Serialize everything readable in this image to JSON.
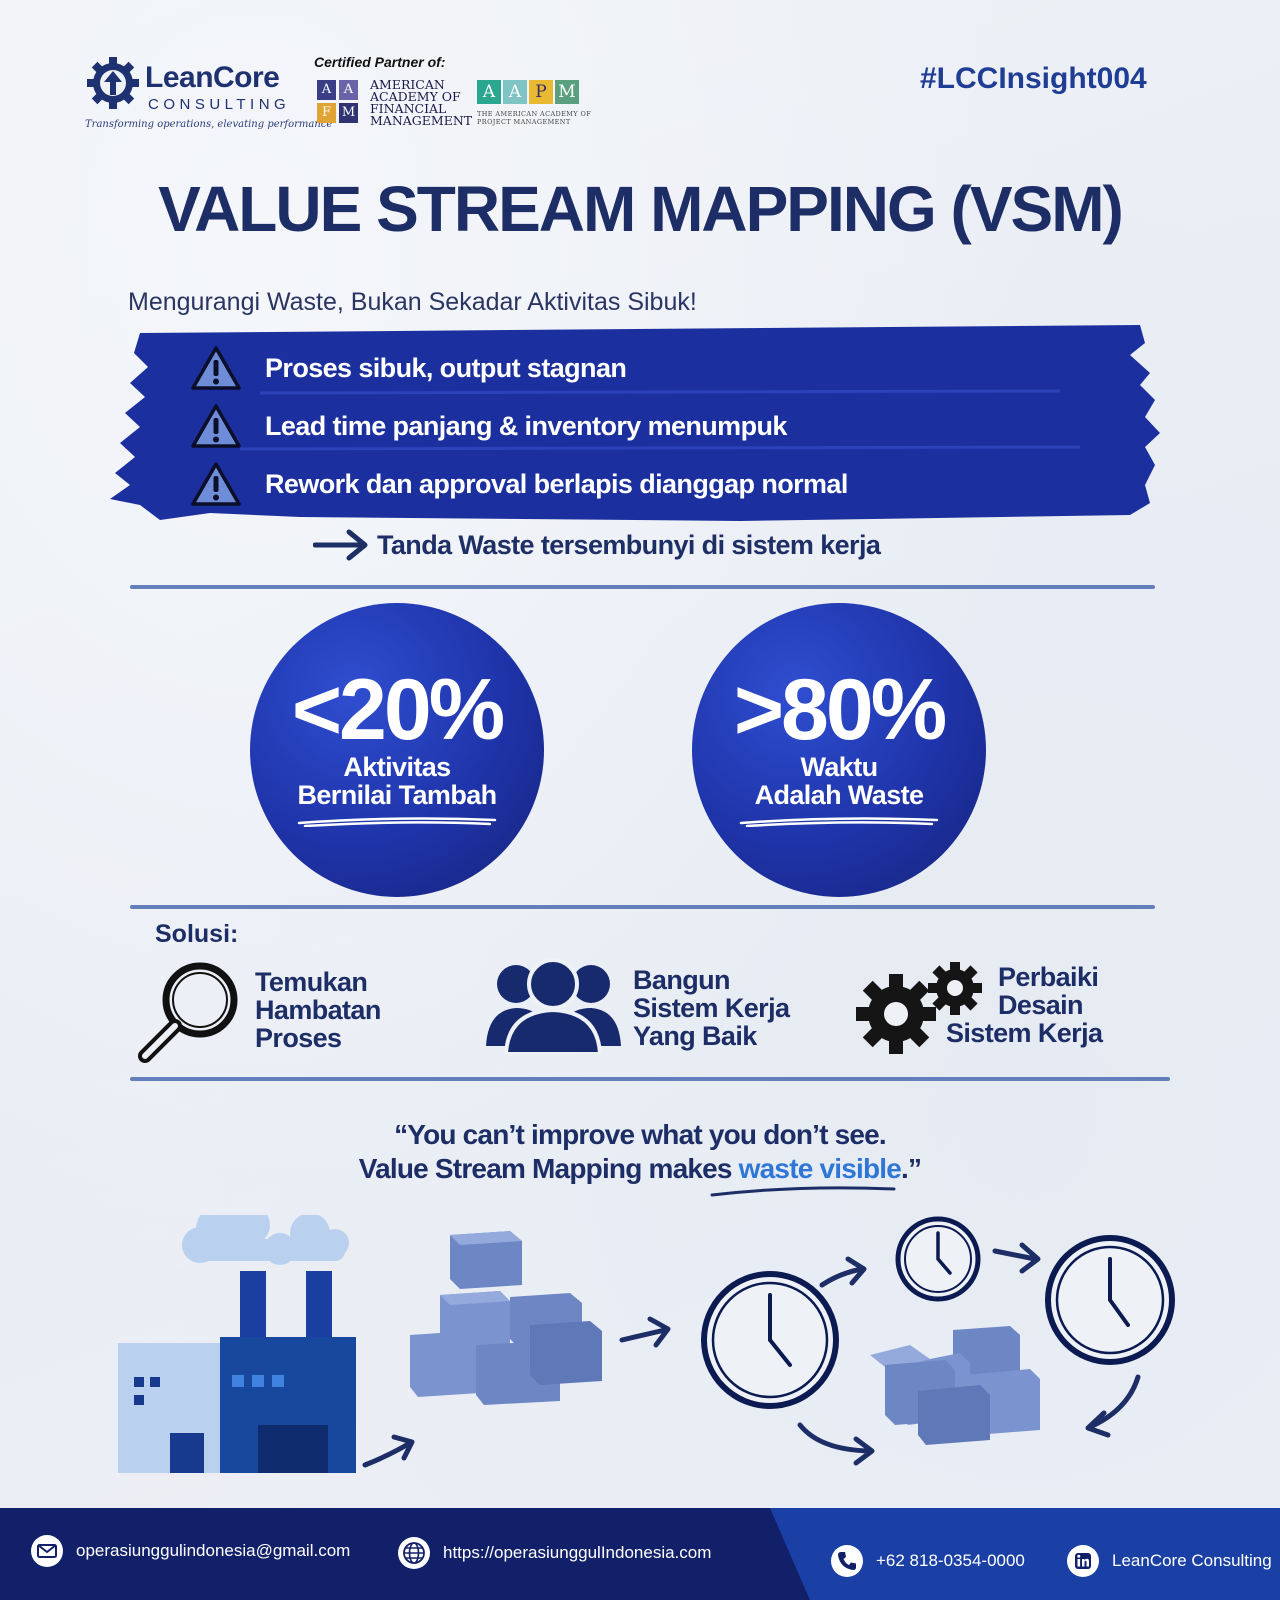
{
  "brand": {
    "name": "LeanCore",
    "sub": "CONSULTING",
    "tagline": "Transforming operations, elevating performance"
  },
  "certified": {
    "label": "Certified Partner of:",
    "aafm": {
      "letters": [
        "A",
        "A",
        "F",
        "M"
      ],
      "text": "AMERICAN ACADEMY OF FINANCIAL MANAGEMENT"
    },
    "aapm": {
      "letters": [
        "A",
        "A",
        "P",
        "M"
      ],
      "sub": "THE AMERICAN ACADEMY OF PROJECT MANAGEMENT"
    }
  },
  "hashtag": "#LCCInsight004",
  "title": "VALUE STREAM MAPPING (VSM)",
  "subtitle": "Mengurangi Waste, Bukan Sekadar Aktivitas Sibuk!",
  "warnings": [
    "Proses sibuk, output stagnan",
    "Lead time panjang & inventory menumpuk",
    "Rework dan approval berlapis dianggap normal"
  ],
  "note": "Tanda Waste tersembunyi di sistem kerja",
  "stats": [
    {
      "value": "<20%",
      "caption_1": "Aktivitas",
      "caption_2": "Bernilai Tambah"
    },
    {
      "value": ">80%",
      "caption_1": "Waktu",
      "caption_2": "Adalah Waste"
    }
  ],
  "solutions": {
    "label": "Solusi:",
    "items": [
      {
        "icon": "magnifier-icon",
        "lines": [
          "Temukan",
          "Hambatan",
          "Proses"
        ]
      },
      {
        "icon": "people-icon",
        "lines": [
          "Bangun",
          "Sistem Kerja",
          "Yang Baik"
        ]
      },
      {
        "icon": "gears-icon",
        "lines": [
          "Perbaiki",
          "Desain",
          "Sistem Kerja"
        ]
      }
    ]
  },
  "quote": {
    "line1": "“You can’t improve what you don’t see.",
    "line2_pre": "Value Stream Mapping makes ",
    "line2_highlight": "waste visible",
    "line2_post": ".”"
  },
  "footer": {
    "email": "operasiunggulindonesia@gmail.com",
    "website": "https://operasiunggulIndonesia.com",
    "phone": "+62 818-0354-0000",
    "linkedin": "LeanCore Consulting"
  },
  "colors": {
    "navy": "#1d2d66",
    "banner": "#1c2f9e",
    "accent": "#2f77d6",
    "footer": "#12206a",
    "box": "#6d86c4"
  }
}
